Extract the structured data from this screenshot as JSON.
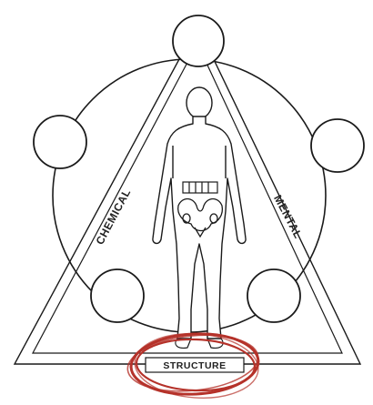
{
  "diagram": {
    "labels": {
      "left_side": "CHEMICAL",
      "right_side": "MENTAL",
      "base": "STRUCTURE"
    },
    "colors": {
      "ink": "#1a1a1a",
      "base_ring": "#b5322a",
      "background": "#ffffff"
    }
  }
}
